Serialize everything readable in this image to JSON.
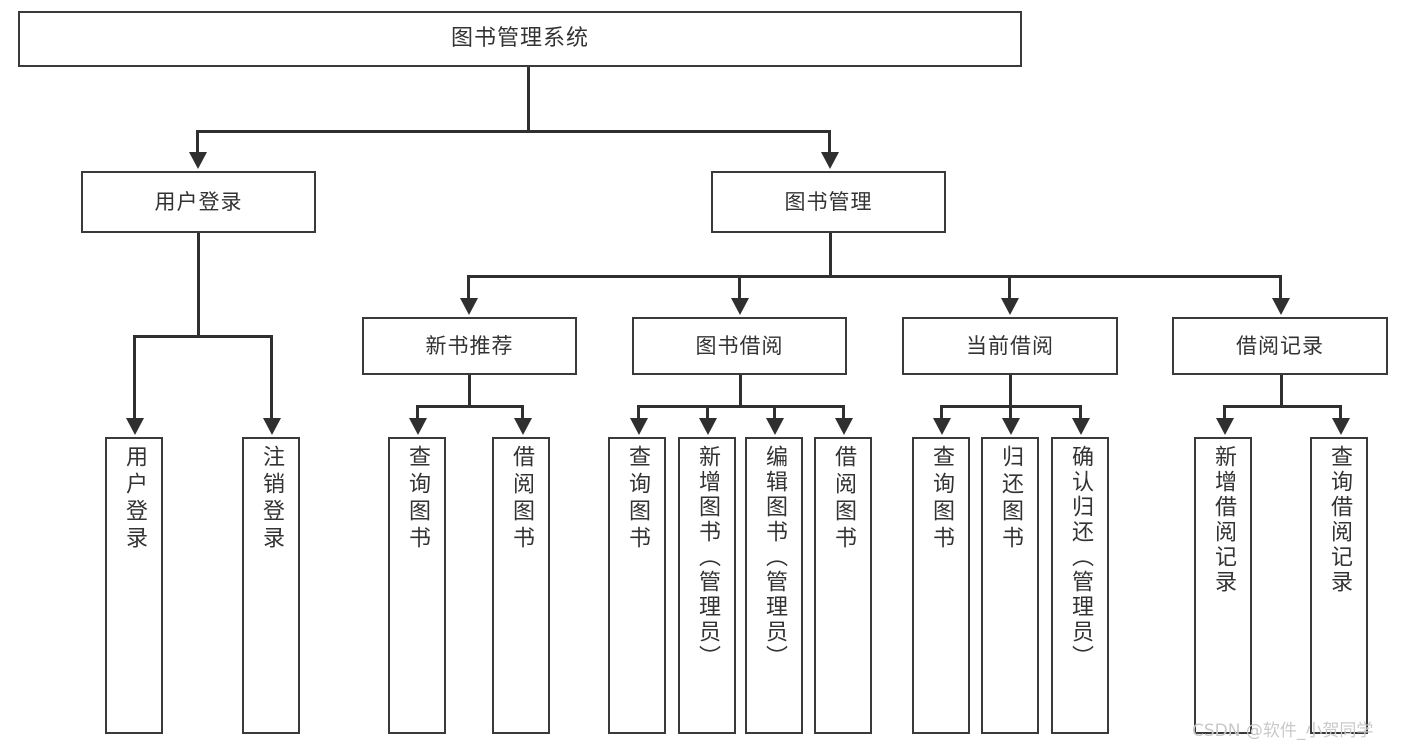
{
  "diagram": {
    "title": "图书管理系统",
    "type": "hierarchy-tree",
    "levels": 4
  },
  "root": {
    "label": "图书管理系统"
  },
  "level2": [
    {
      "label": "用户登录"
    },
    {
      "label": "图书管理"
    }
  ],
  "level3": [
    {
      "label": "新书推荐"
    },
    {
      "label": "图书借阅"
    },
    {
      "label": "当前借阅"
    },
    {
      "label": "借阅记录"
    }
  ],
  "leaves": {
    "user_login": [
      {
        "label": "用户登录"
      },
      {
        "label": "注销登录"
      }
    ],
    "new_book": [
      {
        "label": "查询图书"
      },
      {
        "label": "借阅图书"
      }
    ],
    "book_borrow": [
      {
        "label": "查询图书"
      },
      {
        "label": "新增图书（管理员）"
      },
      {
        "label": "编辑图书（管理员）"
      },
      {
        "label": "借阅图书"
      }
    ],
    "current_borrow": [
      {
        "label": "查询图书"
      },
      {
        "label": "归还图书"
      },
      {
        "label": "确认归还（管理员）"
      }
    ],
    "borrow_record": [
      {
        "label": "新增借阅记录"
      },
      {
        "label": "查询借阅记录"
      }
    ]
  },
  "watermark": {
    "text": "CSDN @软件_小贺同学"
  },
  "colors": {
    "box_border": "#3a3a3a",
    "connector": "#2f2f2f",
    "background": "#ffffff",
    "text": "#333333",
    "watermark": "#c9c9c9"
  }
}
